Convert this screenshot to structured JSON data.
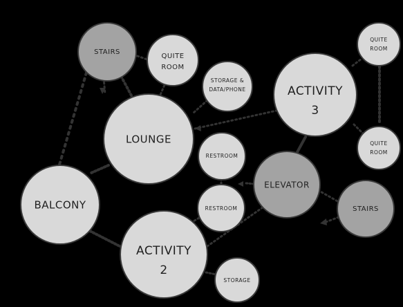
{
  "colors": {
    "background": "#000000",
    "node_light": "#d9d9d9",
    "node_dark": "#a3a3a3",
    "outline": "#3a3a3a",
    "connector": "#333333",
    "text": "#1f1f1f"
  },
  "nodes": {
    "stairs_top": {
      "line1": "STAIRS",
      "line2": ""
    },
    "quite_room_top": {
      "line1": "QUITE",
      "line2": "ROOM"
    },
    "storage_data": {
      "line1": "STORAGE &",
      "line2": "DATA/PHONE"
    },
    "activity_3": {
      "line1": "ACTIVITY",
      "line2": "3"
    },
    "quite_room_r1": {
      "line1": "QUITE",
      "line2": "ROOM"
    },
    "quite_room_r2": {
      "line1": "QUITE",
      "line2": "ROOM"
    },
    "lounge": {
      "line1": "LOUNGE",
      "line2": ""
    },
    "restroom_upper": {
      "line1": "RESTROOM",
      "line2": ""
    },
    "restroom_lower": {
      "line1": "RESTROOM",
      "line2": ""
    },
    "elevator": {
      "line1": "ELEVATOR",
      "line2": ""
    },
    "stairs_right": {
      "line1": "STAIRS",
      "line2": ""
    },
    "balcony": {
      "line1": "BALCONY",
      "line2": ""
    },
    "activity_2": {
      "line1": "ACTIVITY",
      "line2": "2"
    },
    "storage_bottom": {
      "line1": "STORAGE",
      "line2": ""
    }
  }
}
